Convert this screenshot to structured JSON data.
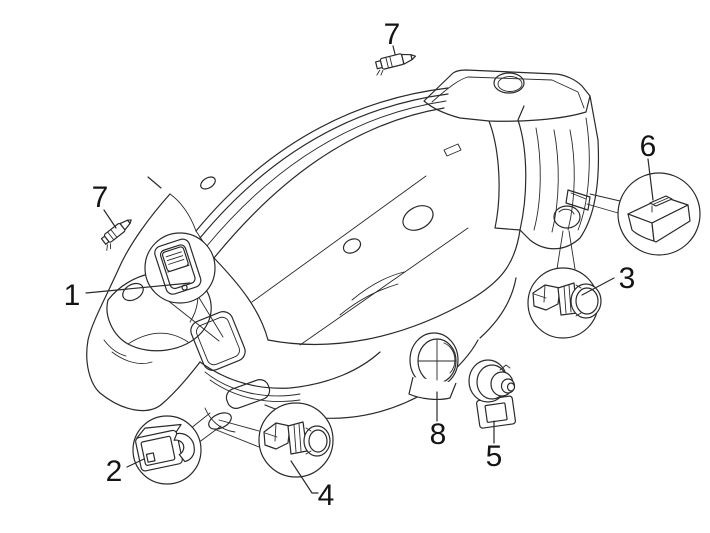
{
  "figure": {
    "type": "exploded-parts-diagram",
    "colors": {
      "background": "#ffffff",
      "line": "#2a2a2a",
      "label": "#141414"
    },
    "callouts": [
      {
        "key": "1",
        "label": "1"
      },
      {
        "key": "2",
        "label": "2"
      },
      {
        "key": "3",
        "label": "3"
      },
      {
        "key": "4",
        "label": "4"
      },
      {
        "key": "5",
        "label": "5"
      },
      {
        "key": "6",
        "label": "6"
      },
      {
        "key": "7-top",
        "label": "7"
      },
      {
        "key": "7-left",
        "label": "7"
      },
      {
        "key": "8",
        "label": "8"
      }
    ]
  }
}
